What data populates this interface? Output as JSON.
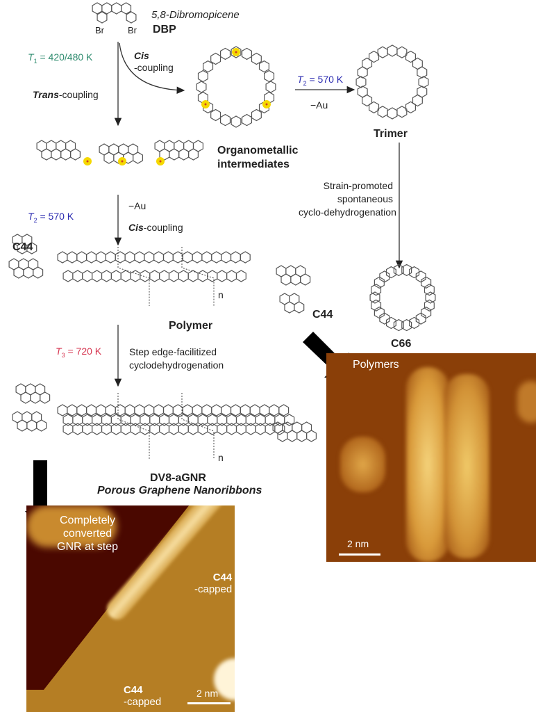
{
  "start": {
    "name": "5,8-Dibromopicene",
    "abbrev": "DBP",
    "br_left": "Br",
    "br_right": "Br"
  },
  "step1": {
    "temp_sym": "T",
    "temp_sub": "1",
    "temp_value": " = 420/480 K",
    "cis_bold": "Cis",
    "cis_rest": "-coupling",
    "trans_bold": "Trans",
    "trans_rest": "-coupling"
  },
  "organometallic": {
    "line1": "Organometallic",
    "line2": "intermediates"
  },
  "step2_trimer": {
    "temp_sym": "T",
    "temp_sub": "2",
    "temp_value": " = 570 K",
    "minus_au": "−Au"
  },
  "trimer": {
    "label": "Trimer"
  },
  "strain": {
    "line1": "Strain-promoted",
    "line2": "spontaneous",
    "line3": "cyclo-dehydrogenation"
  },
  "c66": {
    "label": "C66"
  },
  "step2_polymer": {
    "temp_sym": "T",
    "temp_sub": "2",
    "temp_value": " = 570 K",
    "minus_au": "−Au",
    "cis_bold": "Cis",
    "cis_rest": "-coupling"
  },
  "polymer": {
    "label": "Polymer",
    "cap_left": "C44",
    "cap_right": "C44",
    "repeat": "n"
  },
  "step3": {
    "temp_sym": "T",
    "temp_sub": "3",
    "temp_value": " = 720 K",
    "line1": "Step edge-facilitized",
    "line2": "cyclodehydrogenation"
  },
  "gnr": {
    "label": "DV8-aGNR",
    "subtitle": "Porous Graphene Nanoribbons",
    "repeat": "n"
  },
  "stm_polymers": {
    "label": "Polymers",
    "scale": "2 nm"
  },
  "stm_gnr": {
    "label_line1": "Completely",
    "label_line2": "converted",
    "label_line3": "GNR at step",
    "cap_top_1": "C44",
    "cap_top_2": "-capped",
    "cap_bottom_1": "C44",
    "cap_bottom_2": "-capped",
    "scale": "2 nm"
  },
  "colors": {
    "t1": "#2e8b6e",
    "t2": "#2b2bb0",
    "t3": "#d6344f",
    "au": "#f5d800"
  }
}
